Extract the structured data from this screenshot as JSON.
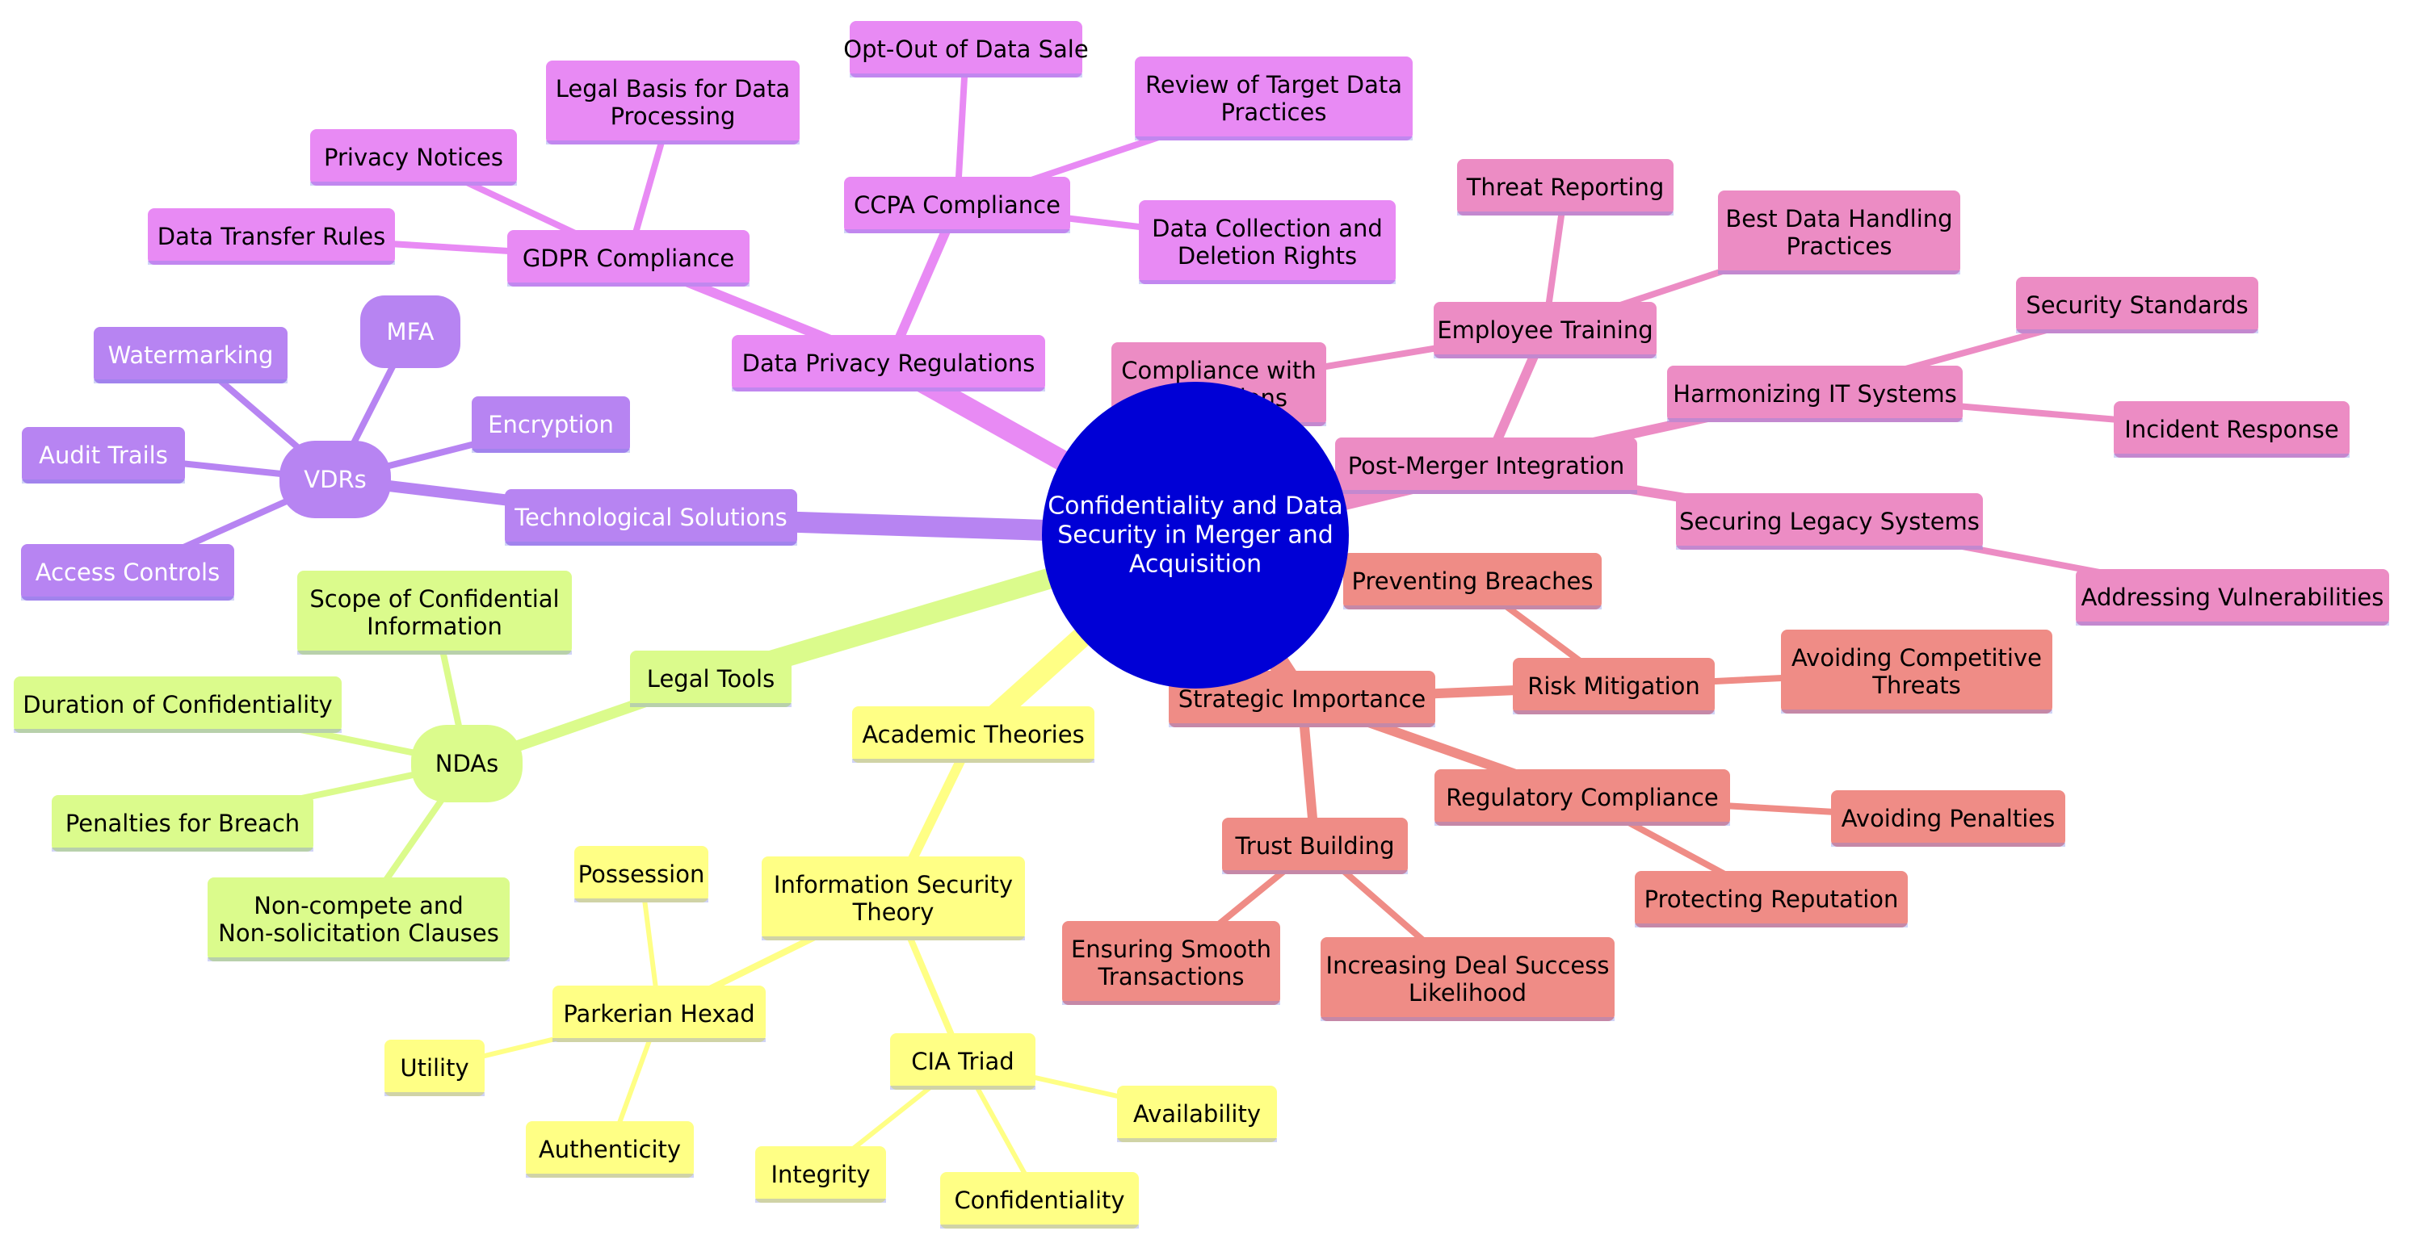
{
  "root": {
    "label": [
      "Confidentiality and Data",
      "Security in Merger and",
      "Acquisition"
    ],
    "color": "#0000d6",
    "text_color": "#ffffff"
  },
  "branches": [
    {
      "id": "data-privacy",
      "label": [
        "Data Privacy Regulations"
      ],
      "fill": "#e88af4",
      "line": "#e88af4",
      "text_color": "#000000",
      "children": [
        {
          "id": "gdpr",
          "label": [
            "GDPR Compliance"
          ],
          "children": [
            {
              "id": "privacy-notices",
              "label": [
                "Privacy Notices"
              ]
            },
            {
              "id": "legal-basis",
              "label": [
                "Legal Basis for Data",
                "Processing"
              ]
            },
            {
              "id": "data-transfer",
              "label": [
                "Data Transfer Rules"
              ]
            }
          ]
        },
        {
          "id": "ccpa",
          "label": [
            "CCPA Compliance"
          ],
          "children": [
            {
              "id": "opt-out",
              "label": [
                "Opt-Out of Data Sale"
              ]
            },
            {
              "id": "review-target",
              "label": [
                "Review of Target Data",
                "Practices"
              ]
            },
            {
              "id": "collection-deletion",
              "label": [
                "Data Collection and",
                "Deletion Rights"
              ]
            }
          ]
        }
      ]
    },
    {
      "id": "post-merger",
      "label": [
        "Post-Merger Integration"
      ],
      "fill": "#ec8cc4",
      "line": "#ec8cc4",
      "text_color": "#000000",
      "children": [
        {
          "id": "employee-training",
          "label": [
            "Employee Training"
          ],
          "children": [
            {
              "id": "threat-reporting",
              "label": [
                "Threat Reporting"
              ]
            },
            {
              "id": "best-handling",
              "label": [
                "Best Data Handling",
                "Practices"
              ]
            },
            {
              "id": "compliance-regs",
              "label": [
                "Compliance with",
                "Regulations"
              ]
            }
          ]
        },
        {
          "id": "harmonizing-it",
          "label": [
            "Harmonizing IT Systems"
          ],
          "children": [
            {
              "id": "security-standards",
              "label": [
                "Security Standards"
              ]
            },
            {
              "id": "incident-response",
              "label": [
                "Incident Response"
              ]
            }
          ]
        },
        {
          "id": "legacy-systems",
          "label": [
            "Securing Legacy Systems"
          ],
          "children": [
            {
              "id": "vulnerabilities",
              "label": [
                "Addressing Vulnerabilities"
              ]
            }
          ]
        }
      ]
    },
    {
      "id": "strategic",
      "label": [
        "Strategic Importance"
      ],
      "fill": "#ef8c86",
      "line": "#ef8c86",
      "text_color": "#000000",
      "children": [
        {
          "id": "risk-mitigation",
          "label": [
            "Risk Mitigation"
          ],
          "children": [
            {
              "id": "preventing-breaches",
              "label": [
                "Preventing Breaches"
              ]
            },
            {
              "id": "competitive-threats",
              "label": [
                "Avoiding Competitive",
                "Threats"
              ]
            }
          ]
        },
        {
          "id": "regulatory-compliance",
          "label": [
            "Regulatory Compliance"
          ],
          "children": [
            {
              "id": "avoiding-penalties",
              "label": [
                "Avoiding Penalties"
              ]
            },
            {
              "id": "protecting-reputation",
              "label": [
                "Protecting Reputation"
              ]
            }
          ]
        },
        {
          "id": "trust-building",
          "label": [
            "Trust Building"
          ],
          "children": [
            {
              "id": "smooth-transactions",
              "label": [
                "Ensuring Smooth",
                "Transactions"
              ]
            },
            {
              "id": "deal-success",
              "label": [
                "Increasing Deal Success",
                "Likelihood"
              ]
            }
          ]
        }
      ]
    },
    {
      "id": "academic",
      "label": [
        "Academic Theories"
      ],
      "fill": "#ffff85",
      "line": "#ffff85",
      "text_color": "#000000",
      "children": [
        {
          "id": "info-sec-theory",
          "label": [
            "Information Security",
            "Theory"
          ],
          "children": [
            {
              "id": "parkerian",
              "label": [
                "Parkerian Hexad"
              ],
              "children": [
                {
                  "id": "possession",
                  "label": [
                    "Possession"
                  ]
                },
                {
                  "id": "utility",
                  "label": [
                    "Utility"
                  ]
                },
                {
                  "id": "authenticity",
                  "label": [
                    "Authenticity"
                  ]
                }
              ]
            },
            {
              "id": "cia-triad",
              "label": [
                "CIA Triad"
              ],
              "children": [
                {
                  "id": "integrity",
                  "label": [
                    "Integrity"
                  ]
                },
                {
                  "id": "confidentiality",
                  "label": [
                    "Confidentiality"
                  ]
                },
                {
                  "id": "availability",
                  "label": [
                    "Availability"
                  ]
                }
              ]
            }
          ]
        }
      ]
    },
    {
      "id": "legal-tools",
      "label": [
        "Legal Tools"
      ],
      "fill": "#dbfb8c",
      "line": "#dbfb8c",
      "text_color": "#000000",
      "children": [
        {
          "id": "ndas",
          "label": [
            "NDAs"
          ],
          "children": [
            {
              "id": "scope",
              "label": [
                "Scope of Confidential",
                "Information"
              ]
            },
            {
              "id": "duration",
              "label": [
                "Duration of Confidentiality"
              ]
            },
            {
              "id": "penalties-breach",
              "label": [
                "Penalties for Breach"
              ]
            },
            {
              "id": "non-compete",
              "label": [
                "Non-compete and",
                "Non-solicitation Clauses"
              ]
            }
          ]
        }
      ]
    },
    {
      "id": "tech-solutions",
      "label": [
        "Technological Solutions"
      ],
      "fill": "#b784f2",
      "line": "#b784f2",
      "text_color": "#ffffff",
      "children": [
        {
          "id": "vdrs",
          "label": [
            "VDRs"
          ],
          "children": [
            {
              "id": "mfa",
              "label": [
                "MFA"
              ]
            },
            {
              "id": "watermarking",
              "label": [
                "Watermarking"
              ]
            },
            {
              "id": "encryption",
              "label": [
                "Encryption"
              ]
            },
            {
              "id": "audit-trails",
              "label": [
                "Audit Trails"
              ]
            },
            {
              "id": "access-controls",
              "label": [
                "Access Controls"
              ]
            }
          ]
        }
      ]
    }
  ]
}
